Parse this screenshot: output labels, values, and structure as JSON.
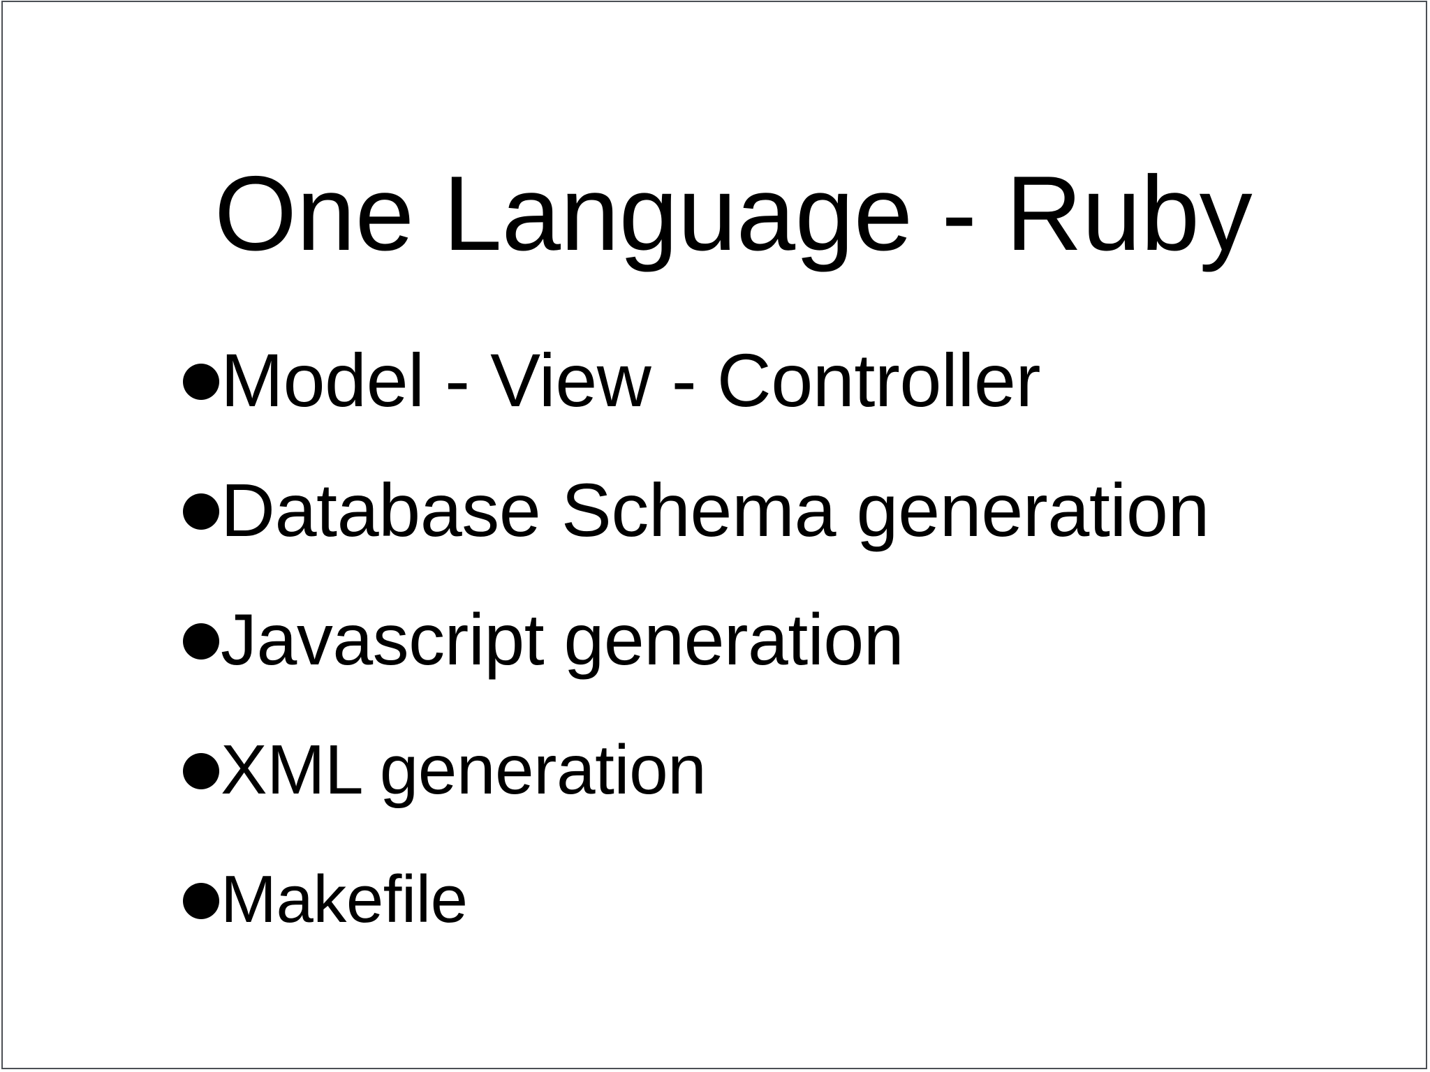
{
  "slide": {
    "title": "One Language - Ruby",
    "background_color": "#ffffff",
    "text_color": "#000000",
    "border_color": "#4b4f54",
    "bullet_glyph": "bullet-dot-icon",
    "bullets": [
      {
        "text": "Model - View - Controller"
      },
      {
        "text": "Database Schema generation"
      },
      {
        "text": "Javascript generation"
      },
      {
        "text": "XML generation"
      },
      {
        "text": "Makefile"
      }
    ]
  }
}
